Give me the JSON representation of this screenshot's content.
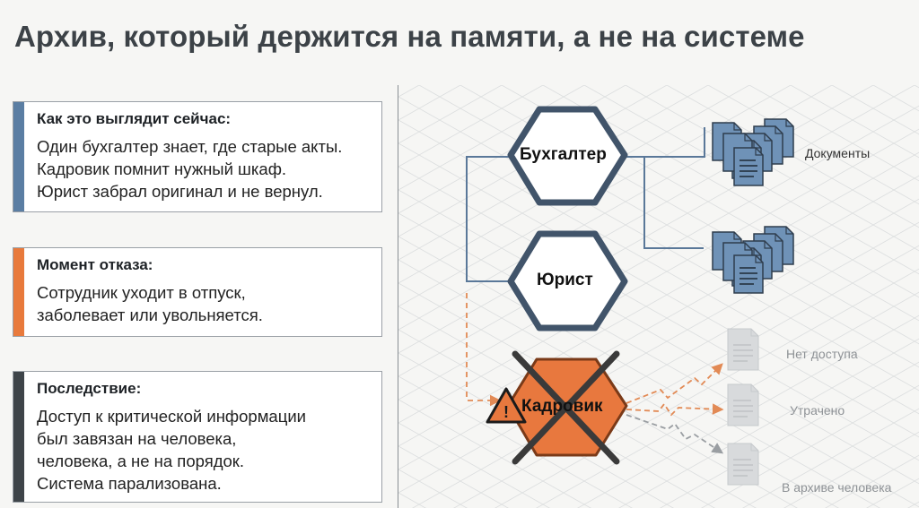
{
  "title": "Архив, который держится на памяти, а не на системе",
  "cards": {
    "now": {
      "title": "Как это выглядит сейчас:",
      "lines": [
        "Один бухгалтер знает, где старые акты.",
        "Кадровик помнит нужный шкаф.",
        "Юрист забрал оригинал и не вернул."
      ]
    },
    "fail": {
      "title": "Момент отказа:",
      "lines": [
        "Сотрудник уходит в отпуск,",
        "заболевает или увольняется."
      ]
    },
    "result": {
      "title": "Последствие:",
      "lines": [
        "Доступ к критической информации",
        "был завязан на человека,",
        "человека, а не на порядок.",
        "Система парализована."
      ]
    }
  },
  "diagram": {
    "nodes": {
      "accountant": "Бухгалтер",
      "lawyer": "Юрист",
      "hr": "Кадровик"
    },
    "labels": {
      "documents": "Документы",
      "no_access": "Нет доступа",
      "lost": "Утрачено",
      "in_head": "В архиве человека"
    },
    "colors": {
      "node_fill": "#ffffff",
      "node_stroke": "#41546a",
      "doc_blue": "#6f92b7",
      "doc_stroke": "#2f3d4d",
      "failed_fill": "#e8783e",
      "failed_stroke": "#7a3a18",
      "dashed_orange": "#e28a55",
      "muted_doc": "#d8dadc",
      "muted_text": "#8e9296"
    }
  }
}
